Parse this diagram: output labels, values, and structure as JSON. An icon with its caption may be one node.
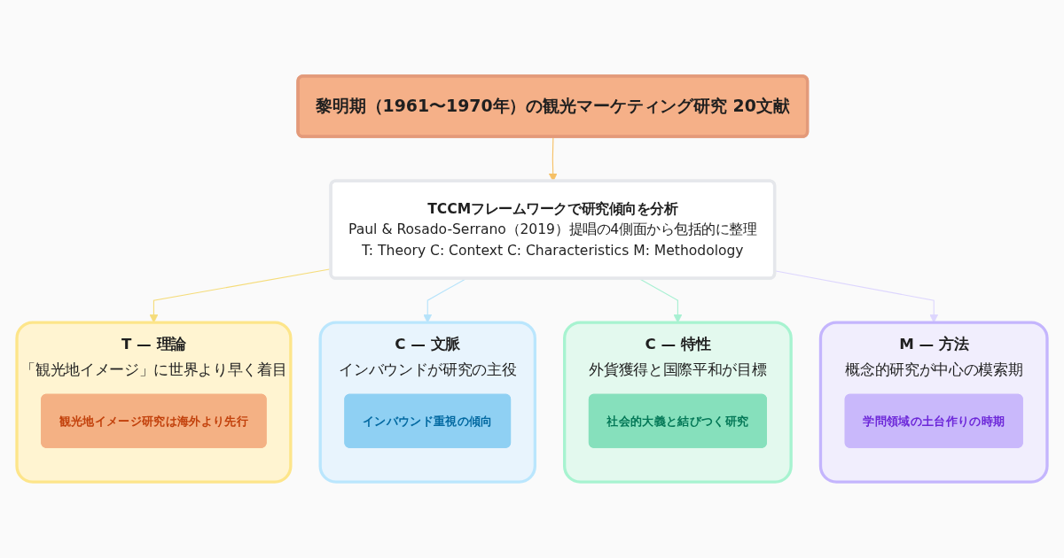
{
  "diagram": {
    "nodes": [
      {
        "text": [
          "黎明期（1961〜1970年）の観光マーケティング研究 20文献"
        ]
      },
      {
        "text": [
          "TCCMフレームワークで研究傾向を分析",
          "Paul & Rosado-Serrano（2019）提唱の4側面から包括的に整理",
          "T: Theory C: Context C: Characteristics M: Methodology"
        ]
      },
      {
        "text": [
          "T — 理論",
          "「観光地イメージ」に世界より早く着目"
        ]
      },
      {
        "text": [
          "観光地イメージ研究は海外より先行"
        ],
        "in": 2
      },
      {
        "text": [
          "C — 文脈",
          "インバウンドが研究の主役"
        ]
      },
      {
        "text": [
          "インバウンド重視の傾向"
        ],
        "in": 4
      },
      {
        "text": [
          "C — 特性",
          "外貨獲得と国際平和が目標"
        ]
      },
      {
        "text": [
          "社会的大義と結びつく研究"
        ],
        "in": 6
      },
      {
        "text": [
          "M — 方法",
          "概念的研究が中心の模索期"
        ]
      },
      {
        "text": [
          "学問領域の土台作りの時期"
        ],
        "in": 8
      }
    ],
    "edges": [
      {
        "from": 0,
        "to": 1,
        "arrow": "to",
        "color": "#f6c065"
      },
      {
        "from": 1,
        "to": 2,
        "arrow": "to",
        "color": "#f5dc7a"
      },
      {
        "from": 1,
        "to": 4,
        "arrow": "to",
        "color": "#b6e3fa"
      },
      {
        "from": 1,
        "to": 6,
        "arrow": "to",
        "color": "#a7f0d2"
      },
      {
        "from": 1,
        "to": 8,
        "arrow": "to",
        "color": "#ddd6fe"
      }
    ]
  }
}
